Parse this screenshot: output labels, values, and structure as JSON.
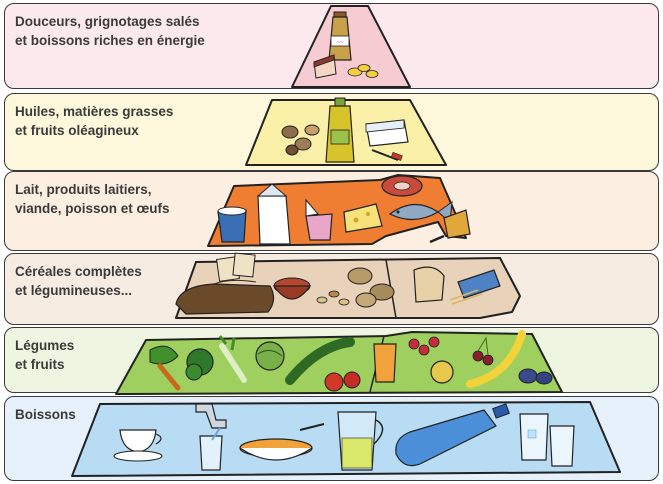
{
  "levels": [
    {
      "id": "sweets",
      "label": "Douceurs, grignotages salés\net boissons riches en énergie",
      "band_color": "#fbe9ee",
      "tier_color": "#f7cbd2"
    },
    {
      "id": "oils",
      "label": "Huiles, matières grasses\net fruits oléagineux",
      "band_color": "#fdf8dc",
      "tier_color": "#faf0a8"
    },
    {
      "id": "protein",
      "label": "Lait, produits laitiers,\nviande, poisson et œufs",
      "band_color": "#fdeee2",
      "tier_color": "#ef7e33"
    },
    {
      "id": "cereals",
      "label": "Céréales complètes\net légumineuses...",
      "band_color": "#f6ece2",
      "tier_color": "#e8d2ba"
    },
    {
      "id": "veg",
      "label": "Légumes\net fruits",
      "band_color": "#eef6e2",
      "tier_color": "#9fcf5e"
    },
    {
      "id": "drinks",
      "label": "Boissons",
      "band_color": "#e6f1fb",
      "tier_color": "#b9dcf5"
    }
  ],
  "stroke_color": "#222222"
}
